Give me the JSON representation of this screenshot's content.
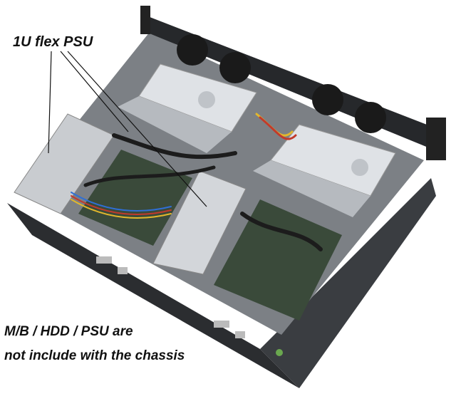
{
  "labels": {
    "psu_callout": "1U flex PSU",
    "note_line_1": "M/B / HDD / PSU are",
    "note_line_2": "not include with the chassis"
  },
  "colors": {
    "chassis_dark": "#2b2d30",
    "chassis_silver": "#c9ccd0",
    "drive_silver": "#dfe2e6",
    "cable_black": "#1c1c1c",
    "board_green": "#3a4a3a",
    "accent_blue": "#2f6fd6",
    "accent_red": "#c23a2b",
    "accent_yellow": "#e2b72c"
  }
}
